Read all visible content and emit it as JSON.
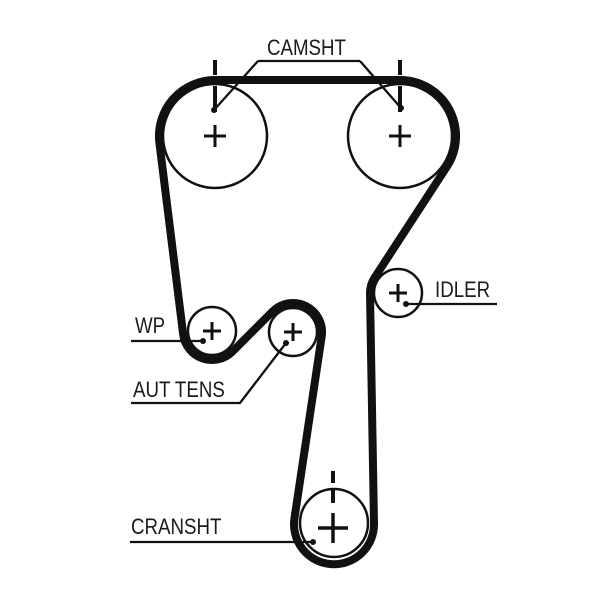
{
  "labels": {
    "camshaft": "CAMSHT",
    "water_pump": "WP",
    "auto_tensioner": "AUT TENS",
    "idler": "IDLER",
    "crankshaft": "CRANSHT"
  },
  "colors": {
    "line": "#111111",
    "text": "#1a1a1a",
    "background": "#ffffff"
  }
}
